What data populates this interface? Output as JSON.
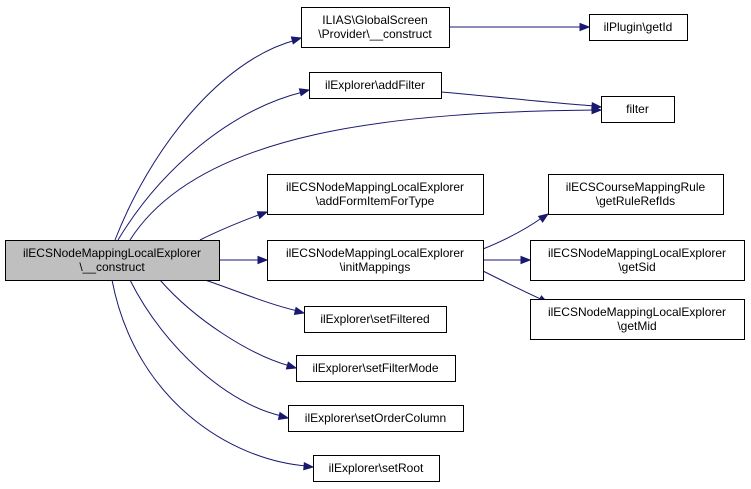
{
  "nodes": {
    "root": [
      "ilECSNodeMappingLocalExplorer",
      "\\__construct"
    ],
    "provider": [
      "ILIAS\\GlobalScreen",
      "\\Provider\\__construct"
    ],
    "plugin": [
      "ilPlugin\\getId"
    ],
    "addFilter": [
      "ilExplorer\\addFilter"
    ],
    "filter": [
      "filter"
    ],
    "addFormItem": [
      "ilECSNodeMappingLocalExplorer",
      "\\addFormItemForType"
    ],
    "initMappings": [
      "ilECSNodeMappingLocalExplorer",
      "\\initMappings"
    ],
    "getRuleRefIds": [
      "ilECSCourseMappingRule",
      "\\getRuleRefIds"
    ],
    "getSid": [
      "ilECSNodeMappingLocalExplorer",
      "\\getSid"
    ],
    "getMid": [
      "ilECSNodeMappingLocalExplorer",
      "\\getMid"
    ],
    "setFiltered": [
      "ilExplorer\\setFiltered"
    ],
    "setFilterMode": [
      "ilExplorer\\setFilterMode"
    ],
    "setOrderColumn": [
      "ilExplorer\\setOrderColumn"
    ],
    "setRoot": [
      "ilExplorer\\setRoot"
    ]
  },
  "edges": [
    [
      "root",
      "provider"
    ],
    [
      "provider",
      "plugin"
    ],
    [
      "root",
      "addFilter"
    ],
    [
      "addFilter",
      "filter"
    ],
    [
      "root",
      "filter"
    ],
    [
      "root",
      "addFormItem"
    ],
    [
      "root",
      "initMappings"
    ],
    [
      "initMappings",
      "getRuleRefIds"
    ],
    [
      "initMappings",
      "getSid"
    ],
    [
      "initMappings",
      "getMid"
    ],
    [
      "root",
      "setFiltered"
    ],
    [
      "root",
      "setFilterMode"
    ],
    [
      "root",
      "setOrderColumn"
    ],
    [
      "root",
      "setRoot"
    ]
  ],
  "colors": {
    "edge": "#191970",
    "root_fill": "#bfbfbf",
    "node_fill": "#ffffff",
    "border": "#000000"
  }
}
